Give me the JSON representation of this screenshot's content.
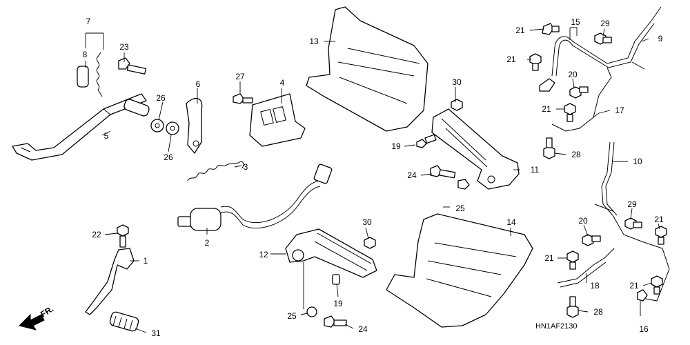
{
  "diagram_code": "HN1AF2130",
  "direction_label": "FR.",
  "callouts": {
    "c7": "7",
    "c8": "8",
    "c23": "23",
    "c6": "6",
    "c26a": "26",
    "c26b": "26",
    "c5": "5",
    "c3": "3",
    "c27": "27",
    "c4": "4",
    "c13": "13",
    "c30a": "30",
    "c19a": "19",
    "c24a": "24",
    "c11": "11",
    "c21a": "21",
    "c21b": "21",
    "c15": "15",
    "c29a": "29",
    "c9": "9",
    "c20a": "20",
    "c21c": "21",
    "c17": "17",
    "c28a": "28",
    "c10": "10",
    "c25a": "25",
    "c29b": "29",
    "c20b": "20",
    "c21d": "21",
    "c21e": "21",
    "c18": "18",
    "c28b": "28",
    "c21f": "21",
    "c16": "16",
    "c14": "14",
    "c30b": "30",
    "c12": "12",
    "c19b": "19",
    "c25b": "25",
    "c24b": "24",
    "c2": "2",
    "c22": "22",
    "c1": "1",
    "c31": "31"
  }
}
